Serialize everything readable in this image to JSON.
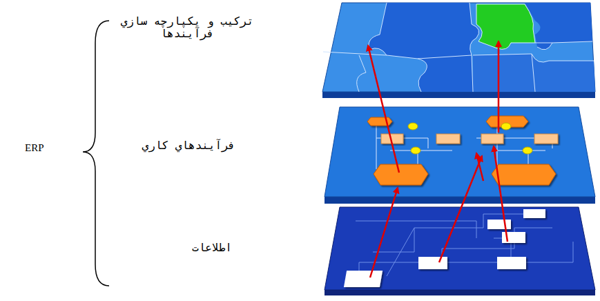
{
  "diagram": {
    "labels": [
      "ERP",
      "ترکیب و یکپارچه سازي فرآیندها",
      "فرآیندهاي کاري",
      "اطلاعات"
    ]
  }
}
